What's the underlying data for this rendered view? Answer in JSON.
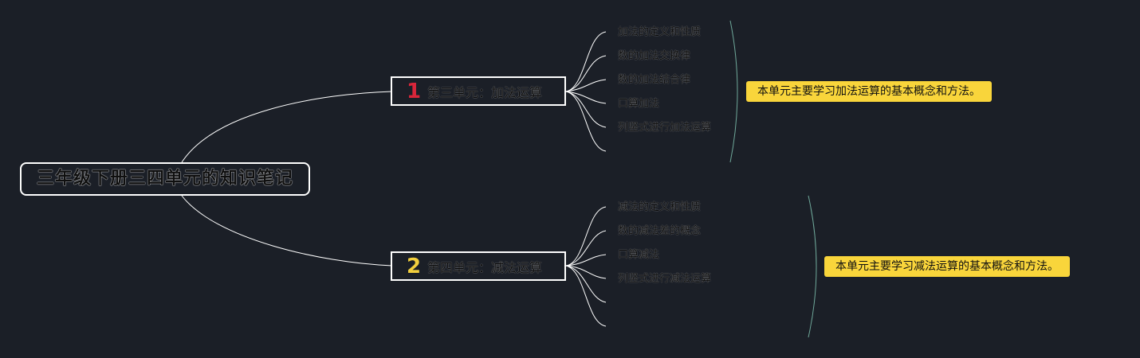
{
  "root": {
    "title": "三年级下册三四单元的知识笔记"
  },
  "branches": [
    {
      "number": "1",
      "label": "第三单元：加法运算",
      "topics": [
        "加法的定义和性质",
        "数的加法交换律",
        "数的加法结合律",
        "口算加法",
        "列竖式进行加法运算",
        ""
      ],
      "summary": "本单元主要学习加法运算的基本概念和方法。"
    },
    {
      "number": "2",
      "label": "第四单元：减法运算",
      "topics": [
        "减法的定义和性质",
        "数的减法差的概念",
        "口算减法",
        "列竖式进行减法运算",
        "",
        ""
      ],
      "summary": "本单元主要学习减法运算的基本概念和方法。"
    }
  ],
  "colors": {
    "background": "#1b1f27",
    "link": "#ffffff",
    "bracket": "#6fa89a",
    "summary_fill": "#f9d53b",
    "number_1": "#d9263a",
    "number_2": "#f2cf3d"
  }
}
